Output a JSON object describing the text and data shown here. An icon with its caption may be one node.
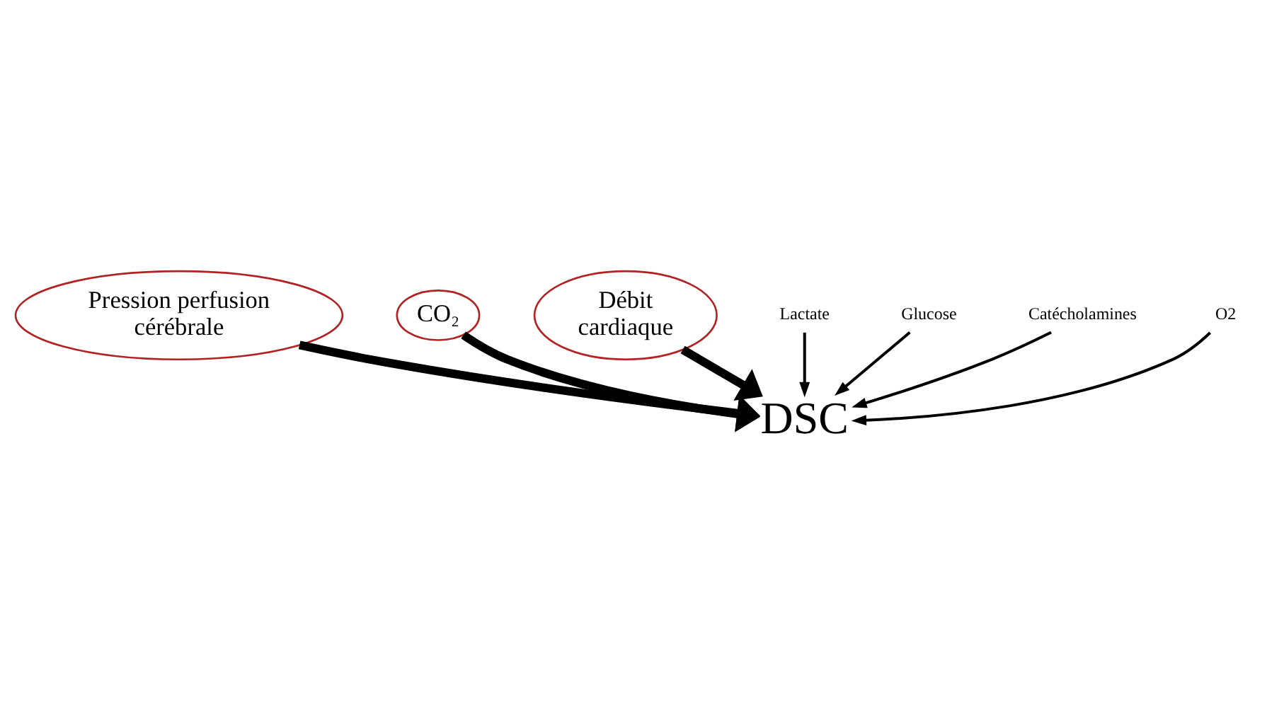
{
  "diagram": {
    "nodes": [
      {
        "text": [
          "Pression perfusion cérébrale"
        ]
      },
      {
        "text": [
          "CO₂"
        ]
      },
      {
        "text": [
          "Débit cardiaque"
        ]
      },
      {
        "text": [
          "DSC"
        ]
      },
      {
        "text": [
          "Lactate"
        ]
      },
      {
        "text": [
          "Glucose"
        ]
      },
      {
        "text": [
          "Catécholamines"
        ]
      },
      {
        "text": [
          "O2"
        ]
      }
    ],
    "edges": [
      {
        "from": 0,
        "to": 3,
        "arrow": "to",
        "style": "thick"
      },
      {
        "from": 1,
        "to": 3,
        "arrow": "to",
        "style": "thick"
      },
      {
        "from": 2,
        "to": 3,
        "arrow": "to",
        "style": "thick"
      },
      {
        "from": 4,
        "to": 3,
        "arrow": "to"
      },
      {
        "from": 5,
        "to": 3,
        "arrow": "to"
      },
      {
        "from": 6,
        "to": 3,
        "arrow": "to"
      },
      {
        "from": 7,
        "to": 3,
        "arrow": "to"
      }
    ]
  }
}
